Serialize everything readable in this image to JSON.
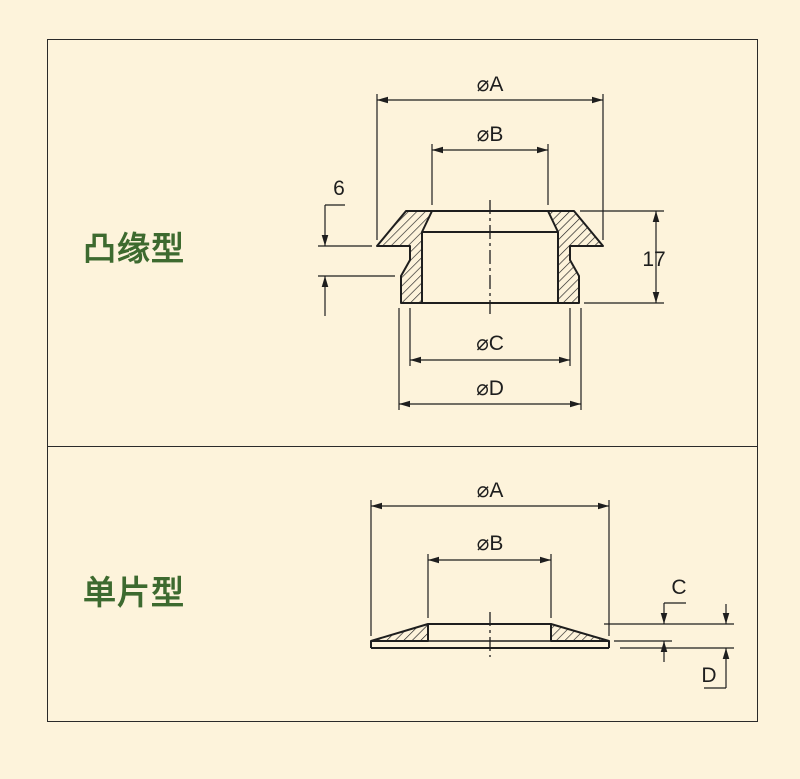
{
  "top_panel": {
    "type_label": "凸缘型",
    "dim_outer": "⌀A",
    "dim_inner": "⌀B",
    "dim_flange": "6",
    "dim_height": "17",
    "dim_bore": "⌀C",
    "dim_body": "⌀D"
  },
  "bottom_panel": {
    "type_label": "单片型",
    "dim_outer": "⌀A",
    "dim_inner": "⌀B",
    "dim_thickness_c": "C",
    "dim_thickness_d": "D"
  },
  "colors": {
    "background": "#fdf3db",
    "line": "#1e1e1e",
    "label": "#3d6a2f"
  }
}
